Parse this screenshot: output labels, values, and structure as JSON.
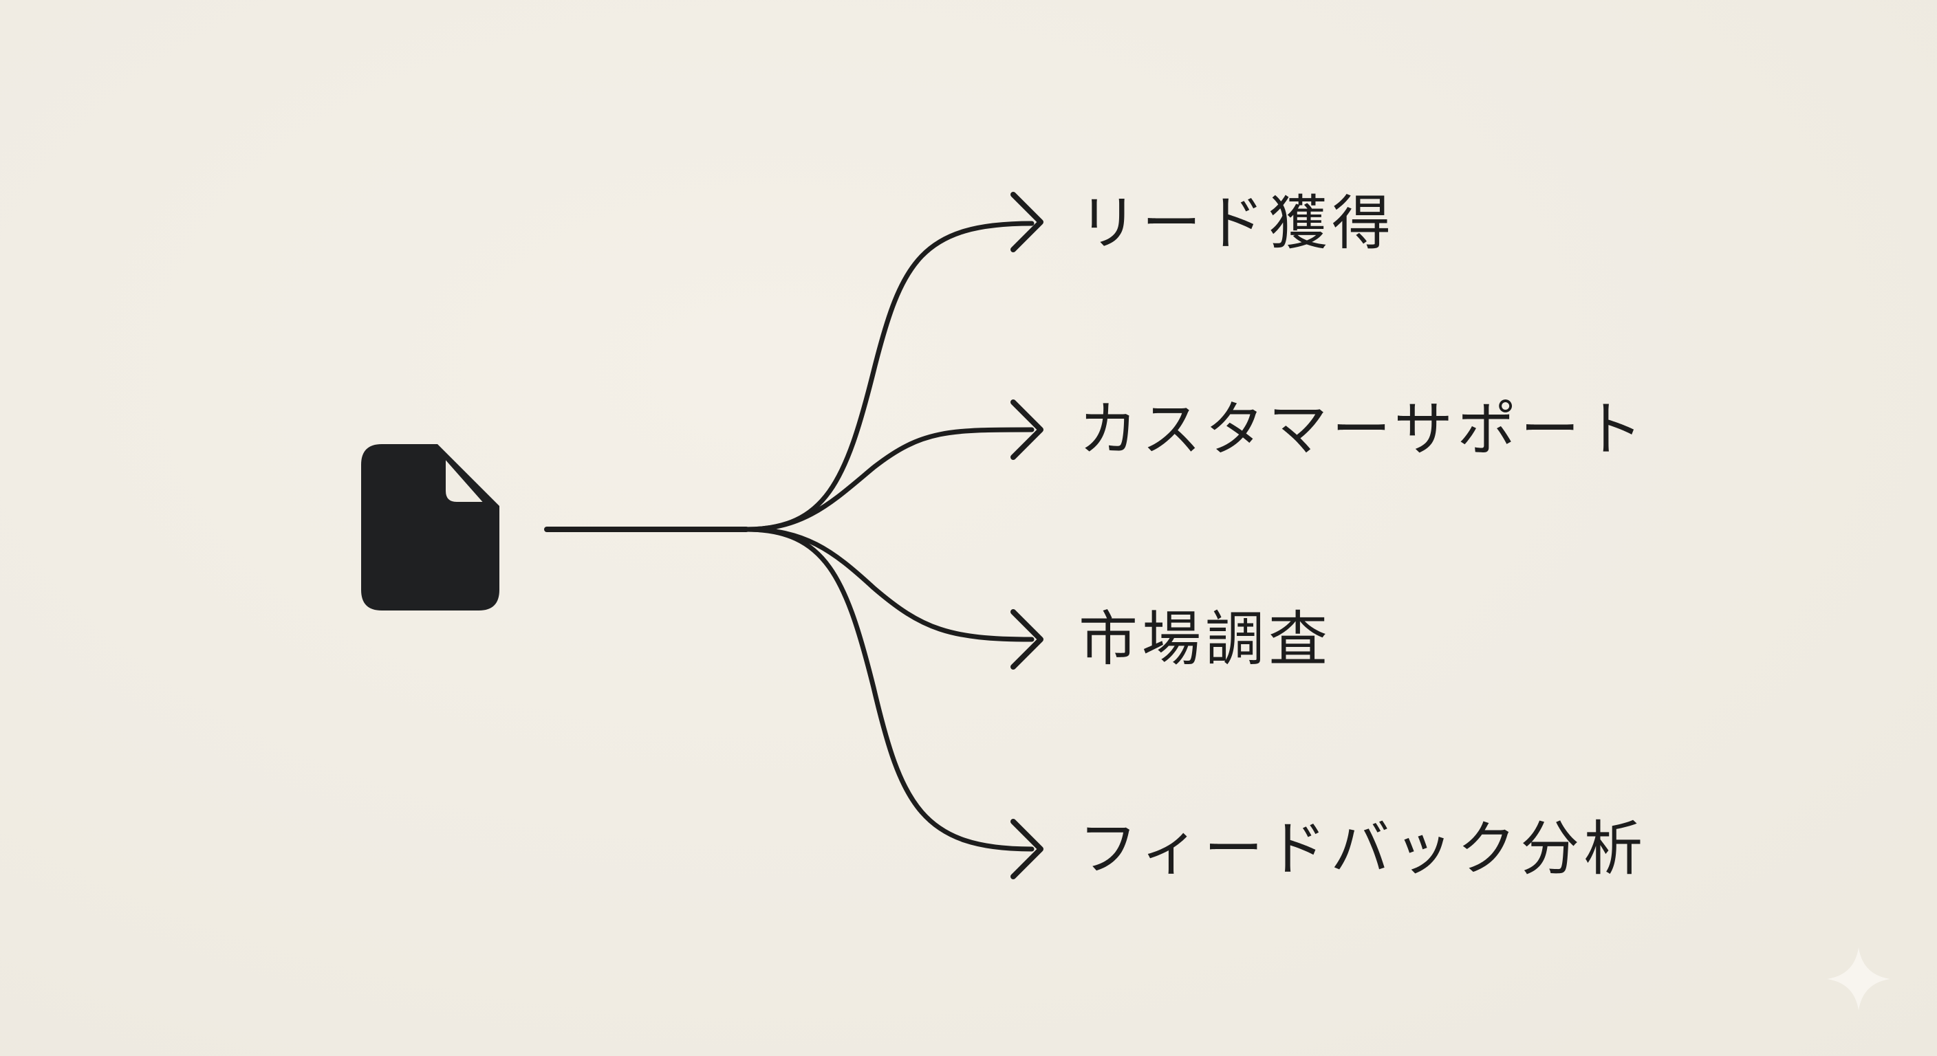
{
  "diagram": {
    "branches": [
      {
        "label": "リード獲得"
      },
      {
        "label": "カスタマーサポート"
      },
      {
        "label": "市場調査"
      },
      {
        "label": "フィードバック分析"
      }
    ],
    "source_icon": "document-icon",
    "watermark_icon": "sparkle-icon",
    "colors": {
      "background": "#f1ede4",
      "stroke": "#1d1d1d",
      "icon_fill": "#1f2022"
    }
  }
}
